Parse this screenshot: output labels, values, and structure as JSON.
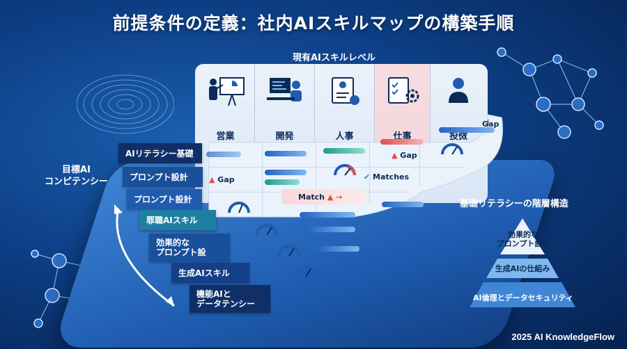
{
  "title": "前提条件の定義：社内AIスキルマップの構築手順",
  "current_level_label": "現有AIスキルレベル",
  "departments": [
    {
      "label": "営業",
      "icon": "presenter-icon"
    },
    {
      "label": "開発",
      "icon": "developer-icon"
    },
    {
      "label": "人事",
      "icon": "hr-checklist-icon"
    },
    {
      "label": "仕事",
      "icon": "task-gear-icon"
    },
    {
      "label": "投傚",
      "icon": "person-icon"
    }
  ],
  "target_label": "目標AI\nコンピテンシー",
  "target_items": [
    "AIリテラシー基礎",
    "プロンプト設計",
    "プロンプト設計",
    "罪職AIスキル",
    "効果的な\nプロンプト設",
    "生成AIスキル",
    "機能AIと\nデータテンシー"
  ],
  "grid_labels": {
    "gap": "Gap",
    "match": "Match",
    "matches": "Matches"
  },
  "pyramid": {
    "title": "基礎リテラシーの階層構造",
    "levels": [
      "効果的な\nプロンプト設計",
      "生成AIの仕組み",
      "AI倫理とデータセキュリティ"
    ]
  },
  "footer": "2025 AI KnowledgeFlow",
  "colors": {
    "accent": "#1f5cb0",
    "dark": "#0b2a57",
    "warn": "#e24d4d",
    "teal": "#1f9a8a"
  }
}
